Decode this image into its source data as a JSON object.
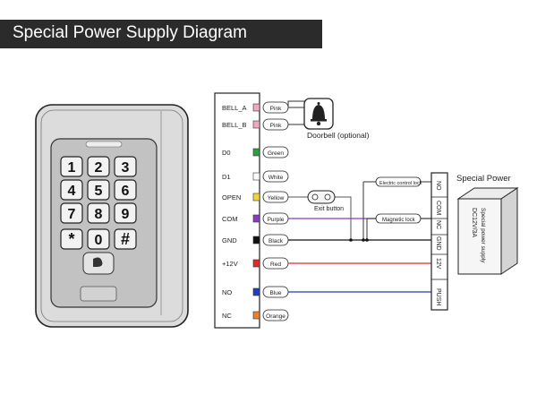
{
  "header": {
    "title": "Special Power Supply Diagram"
  },
  "keypad": {
    "keys": [
      "1",
      "2",
      "3",
      "4",
      "5",
      "6",
      "7",
      "8",
      "9",
      "*",
      "0",
      "#"
    ]
  },
  "terminals": [
    {
      "label": "BELL_A",
      "wire": "Pink",
      "color": "#f4a6c0"
    },
    {
      "label": "BELL_B",
      "wire": "Pink",
      "color": "#f4a6c0"
    },
    {
      "label": "D0",
      "wire": "Green",
      "color": "#2e9e3e"
    },
    {
      "label": "D1",
      "wire": "White",
      "color": "#ffffff"
    },
    {
      "label": "OPEN",
      "wire": "Yellow",
      "color": "#f2d43a"
    },
    {
      "label": "COM",
      "wire": "Purple",
      "color": "#8a3cc2"
    },
    {
      "label": "GND",
      "wire": "Black",
      "color": "#111111"
    },
    {
      "label": "+12V",
      "wire": "Red",
      "color": "#e02a2a"
    },
    {
      "label": "NO",
      "wire": "Blue",
      "color": "#1f3fbf"
    },
    {
      "label": "NC",
      "wire": "Orange",
      "color": "#f07d2a"
    }
  ],
  "doorbell": {
    "label": "Doorbell (optional)"
  },
  "exit_button": {
    "label": "Exit button"
  },
  "locks": {
    "electric": "Electric control lock",
    "magnetic": "Magnetic lock"
  },
  "power": {
    "title": "Special Power",
    "terminals": [
      "NO",
      "COM",
      "NC",
      "GND",
      "12V",
      "PUSH"
    ],
    "box_line1": "DC12V/3A",
    "box_line2": "Special power supply"
  }
}
